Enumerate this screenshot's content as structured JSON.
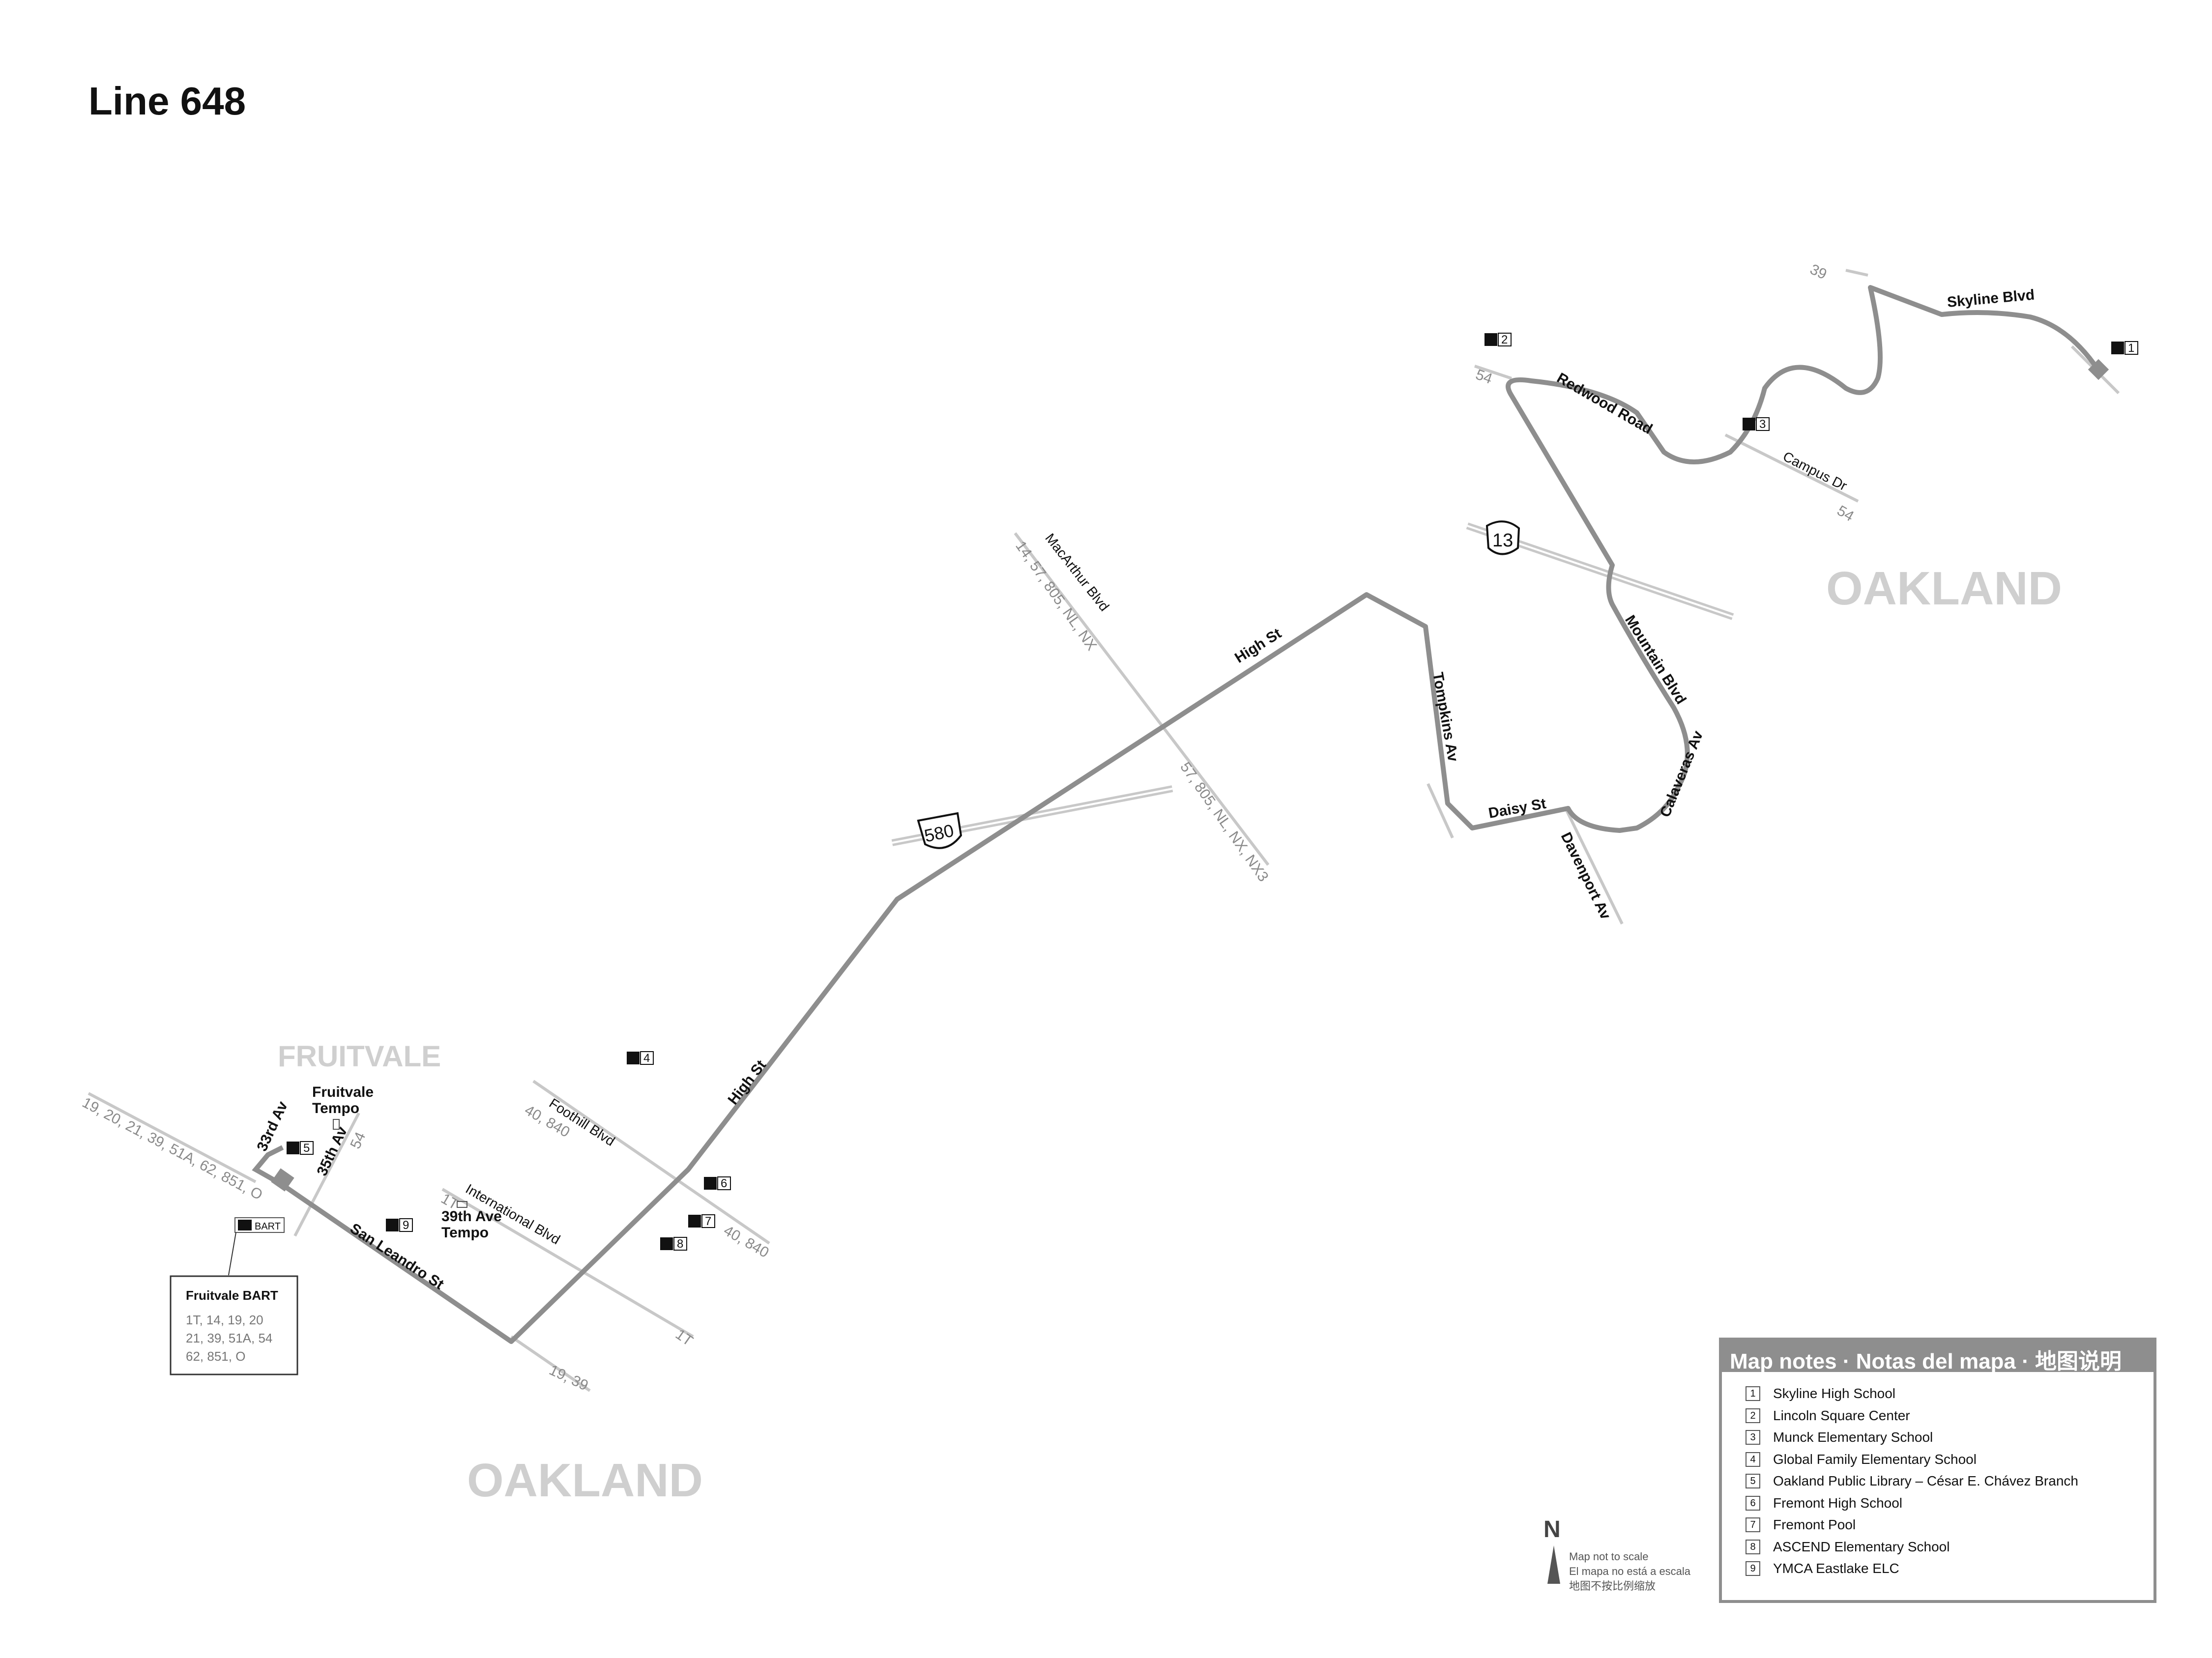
{
  "title": "Line 648",
  "areas": {
    "fruitvale": "FRUITVALE",
    "oakland_sw": "OAKLAND",
    "oakland_ne": "OAKLAND"
  },
  "streets": {
    "skyline_blvd": "Skyline Blvd",
    "redwood_road": "Redwood Road",
    "campus_dr": "Campus Dr",
    "mountain_blvd": "Mountain Blvd",
    "calaveras_av": "Calaveras Av",
    "davenport_av": "Davenport Av",
    "daisy_st": "Daisy St",
    "tompkins_av": "Tompkins Av",
    "high_st_upper": "High St",
    "high_st_lower": "High St",
    "macarthur_blvd": "MacArthur Blvd",
    "foothill_blvd": "Foothill Blvd",
    "international_blvd": "International Blvd",
    "san_leandro_st": "San Leandro St",
    "av_33rd": "33rd Av",
    "av_35th": "35th Av"
  },
  "routes": {
    "r39": "39",
    "r54_redwood": "54",
    "r54_campus": "54",
    "macarthur_top": "14, 57, 805, NL, NX",
    "macarthur_bottom": "57, 805, NL, NX, NX3",
    "foothill_left": "40, 840",
    "foothill_right": "40, 840",
    "intl_left": "1T",
    "intl_right": "1T",
    "sanleandro_left": "19, 20, 21, 39, 51A, 62, 851, O",
    "sanleandro_right": "19, 39",
    "r54_35th": "54"
  },
  "highways": {
    "i580": "580",
    "sr13": "13"
  },
  "stops": {
    "fruitvale_tempo_1": "Fruitvale",
    "fruitvale_tempo_2": "Tempo",
    "ave39_tempo_1": "39th Ave",
    "ave39_tempo_2": "Tempo",
    "bart_icon_label": "BART"
  },
  "fruitvale_bart": {
    "title": "Fruitvale BART",
    "line1": "1T, 14, 19, 20",
    "line2": "21, 39, 51A, 54",
    "line3": "62, 851, O"
  },
  "map_markers": [
    "1",
    "2",
    "3",
    "4",
    "5",
    "6",
    "7",
    "8",
    "9"
  ],
  "legend": {
    "header": "Map notes · Notas del mapa · 地图说明",
    "items": [
      {
        "num": "1",
        "label": "Skyline High School"
      },
      {
        "num": "2",
        "label": "Lincoln Square Center"
      },
      {
        "num": "3",
        "label": "Munck Elementary School"
      },
      {
        "num": "4",
        "label": "Global Family Elementary School"
      },
      {
        "num": "5",
        "label": "Oakland Public Library – César E. Chávez Branch"
      },
      {
        "num": "6",
        "label": "Fremont High School"
      },
      {
        "num": "7",
        "label": "Fremont Pool"
      },
      {
        "num": "8",
        "label": "ASCEND Elementary School"
      },
      {
        "num": "9",
        "label": "YMCA Eastlake ELC"
      }
    ]
  },
  "north": {
    "letter": "N",
    "line1": "Map not to scale",
    "line2": "El mapa no está a escala",
    "line3": "地图不按比例缩放"
  },
  "colors": {
    "route_line": "#8e8e8e",
    "street_line": "#c8c8c8",
    "area_label": "#cfcfcf",
    "legend_header": "#8e8e8e"
  }
}
